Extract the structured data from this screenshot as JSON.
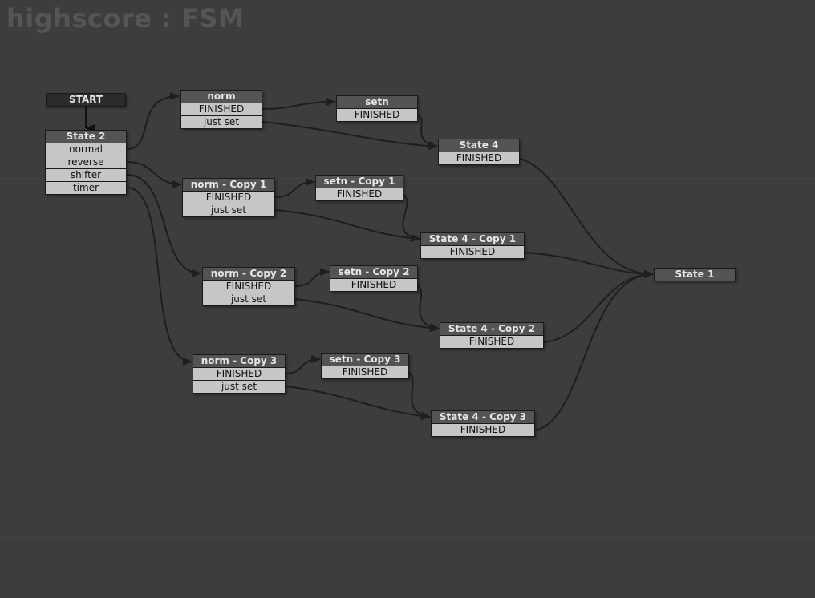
{
  "title": "highscore : FSM",
  "colors": {
    "background": "#3d3d3d",
    "header": "#545454",
    "start_header": "#2b2b2b",
    "row": "#c6c6c6",
    "edge": "#1e1e1e"
  },
  "nodes": {
    "start": {
      "label": "START"
    },
    "state2": {
      "label": "State 2",
      "transitions": [
        "normal",
        "reverse",
        "shifter",
        "timer"
      ]
    },
    "norm": {
      "label": "norm",
      "transitions": [
        "FINISHED",
        "just set"
      ]
    },
    "setn": {
      "label": "setn",
      "transitions": [
        "FINISHED"
      ]
    },
    "state4": {
      "label": "State 4",
      "transitions": [
        "FINISHED"
      ]
    },
    "norm_c1": {
      "label": "norm - Copy 1",
      "transitions": [
        "FINISHED",
        "just set"
      ]
    },
    "setn_c1": {
      "label": "setn - Copy 1",
      "transitions": [
        "FINISHED"
      ]
    },
    "state4_c1": {
      "label": "State 4 - Copy 1",
      "transitions": [
        "FINISHED"
      ]
    },
    "norm_c2": {
      "label": "norm - Copy 2",
      "transitions": [
        "FINISHED",
        "just set"
      ]
    },
    "setn_c2": {
      "label": "setn - Copy 2",
      "transitions": [
        "FINISHED"
      ]
    },
    "state4_c2": {
      "label": "State 4 - Copy 2",
      "transitions": [
        "FINISHED"
      ]
    },
    "norm_c3": {
      "label": "norm - Copy 3",
      "transitions": [
        "FINISHED",
        "just set"
      ]
    },
    "setn_c3": {
      "label": "setn - Copy 3",
      "transitions": [
        "FINISHED"
      ]
    },
    "state4_c3": {
      "label": "State 4 - Copy 3",
      "transitions": [
        "FINISHED"
      ]
    },
    "state1": {
      "label": "State 1"
    }
  },
  "edges": [
    {
      "from": "start",
      "to": "state2"
    },
    {
      "from": "state2",
      "event": "normal",
      "to": "norm"
    },
    {
      "from": "state2",
      "event": "reverse",
      "to": "norm_c1"
    },
    {
      "from": "state2",
      "event": "shifter",
      "to": "norm_c2"
    },
    {
      "from": "state2",
      "event": "timer",
      "to": "norm_c3"
    },
    {
      "from": "norm",
      "event": "FINISHED",
      "to": "setn"
    },
    {
      "from": "norm",
      "event": "just set",
      "to": "state4"
    },
    {
      "from": "setn",
      "event": "FINISHED",
      "to": "state4"
    },
    {
      "from": "state4",
      "event": "FINISHED",
      "to": "state1"
    },
    {
      "from": "norm_c1",
      "event": "FINISHED",
      "to": "setn_c1"
    },
    {
      "from": "norm_c1",
      "event": "just set",
      "to": "state4_c1"
    },
    {
      "from": "setn_c1",
      "event": "FINISHED",
      "to": "state4_c1"
    },
    {
      "from": "state4_c1",
      "event": "FINISHED",
      "to": "state1"
    },
    {
      "from": "norm_c2",
      "event": "FINISHED",
      "to": "setn_c2"
    },
    {
      "from": "norm_c2",
      "event": "just set",
      "to": "state4_c2"
    },
    {
      "from": "setn_c2",
      "event": "FINISHED",
      "to": "state4_c2"
    },
    {
      "from": "state4_c2",
      "event": "FINISHED",
      "to": "state1"
    },
    {
      "from": "norm_c3",
      "event": "FINISHED",
      "to": "setn_c3"
    },
    {
      "from": "norm_c3",
      "event": "just set",
      "to": "state4_c3"
    },
    {
      "from": "setn_c3",
      "event": "FINISHED",
      "to": "state4_c3"
    },
    {
      "from": "state4_c3",
      "event": "FINISHED",
      "to": "state1"
    }
  ]
}
